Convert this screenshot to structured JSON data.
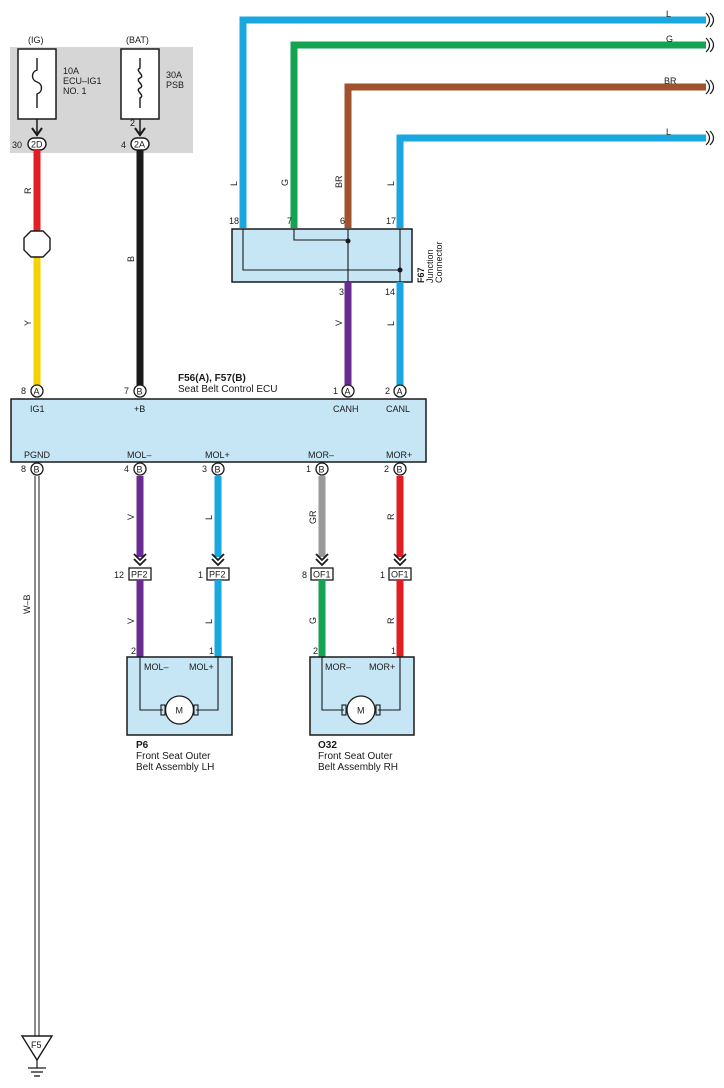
{
  "colors": {
    "L": "#1aa7e0",
    "G": "#13a351",
    "BR": "#a0522d",
    "R": "#e31d24",
    "Y": "#f4d400",
    "B": "#1a1a1a",
    "V": "#6a2c91",
    "GR": "#999999",
    "component_fill": "#c6e6f5",
    "fuse_box_fill": "#d6d6d6"
  },
  "fuses": {
    "ig": {
      "label": "(IG)",
      "rating": "10A",
      "name1": "ECU–IG1",
      "name2": "NO. 1",
      "pin": "30",
      "connector": "2D"
    },
    "bat": {
      "label": "(BAT)",
      "rating": "30A",
      "name1": "PSB",
      "pin_top": "2",
      "pin": "4",
      "connector": "2A"
    }
  },
  "junction": {
    "id": "F67",
    "name1": "Junction",
    "name2": "Connector",
    "top_pins": [
      "18",
      "7",
      "6",
      "17"
    ],
    "bottom_pins": [
      "3",
      "14"
    ]
  },
  "incoming": {
    "w1": "L",
    "w2": "G",
    "w3": "BR",
    "w4": "L",
    "d1": "L",
    "d2": "G",
    "d3": "BR",
    "d4": "L"
  },
  "ecu": {
    "id": "F56(A), F57(B)",
    "name": "Seat Belt Control ECU",
    "top": [
      {
        "pin": "8",
        "conn": "A",
        "label": "IG1"
      },
      {
        "pin": "7",
        "conn": "B",
        "label": "+B"
      },
      {
        "pin": "1",
        "conn": "A",
        "label": "CANH"
      },
      {
        "pin": "2",
        "conn": "A",
        "label": "CANL"
      }
    ],
    "bottom": [
      {
        "pin": "8",
        "conn": "B",
        "label": "PGND"
      },
      {
        "pin": "4",
        "conn": "B",
        "label": "MOL–"
      },
      {
        "pin": "3",
        "conn": "B",
        "label": "MOL+"
      },
      {
        "pin": "1",
        "conn": "B",
        "label": "MOR–"
      },
      {
        "pin": "2",
        "conn": "B",
        "label": "MOR+"
      }
    ]
  },
  "wire_labels": {
    "ig_r": "R",
    "ig_y": "Y",
    "bat_b": "B",
    "canh_v": "V",
    "canl_l": "L",
    "pgnd": "W–B",
    "mol_minus": "V",
    "mol_plus": "L",
    "mor_minus": "GR",
    "mor_plus": "R",
    "mol_minus_lo": "V",
    "mol_plus_lo": "L",
    "mor_minus_lo": "G",
    "mor_plus_lo": "R"
  },
  "connectors": {
    "pf2a": {
      "pin": "12",
      "name": "PF2"
    },
    "pf2b": {
      "pin": "1",
      "name": "PF2"
    },
    "of1a": {
      "pin": "8",
      "name": "OF1"
    },
    "of1b": {
      "pin": "1",
      "name": "OF1"
    }
  },
  "motors": {
    "lh": {
      "id": "P6",
      "name1": "Front Seat Outer",
      "name2": "Belt Assembly LH",
      "pin_minus": "2",
      "pin_plus": "1",
      "term_minus": "MOL–",
      "term_plus": "MOL+",
      "symbol": "M"
    },
    "rh": {
      "id": "O32",
      "name1": "Front Seat Outer",
      "name2": "Belt Assembly RH",
      "pin_minus": "2",
      "pin_plus": "1",
      "term_minus": "MOR–",
      "term_plus": "MOR+",
      "symbol": "M"
    }
  },
  "ground": {
    "id": "F5"
  }
}
